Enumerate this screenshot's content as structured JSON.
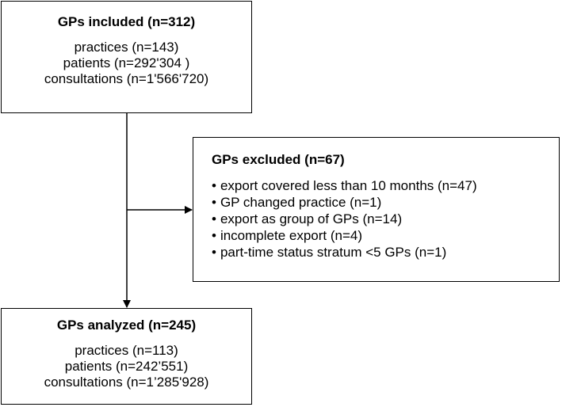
{
  "included": {
    "title": "GPs included (n=312)",
    "lines": [
      "practices (n=143)",
      "patients (n=292'304 )",
      "consultations (n=1'566'720)"
    ]
  },
  "excluded": {
    "title": "GPs excluded (n=67)",
    "items": [
      "export covered less than 10 months (n=47)",
      "GP changed practice (n=1)",
      "export as group of GPs (n=14)",
      "incomplete export (n=4)",
      "part-time status stratum <5 GPs (n=1)"
    ]
  },
  "analyzed": {
    "title": "GPs analyzed (n=245)",
    "lines": [
      "practices (n=113)",
      "patients (n=242’551)",
      "consultations (n=1’285'928)"
    ]
  },
  "colors": {
    "line": "#000000",
    "box_border": "#000000",
    "background": "#ffffff"
  }
}
